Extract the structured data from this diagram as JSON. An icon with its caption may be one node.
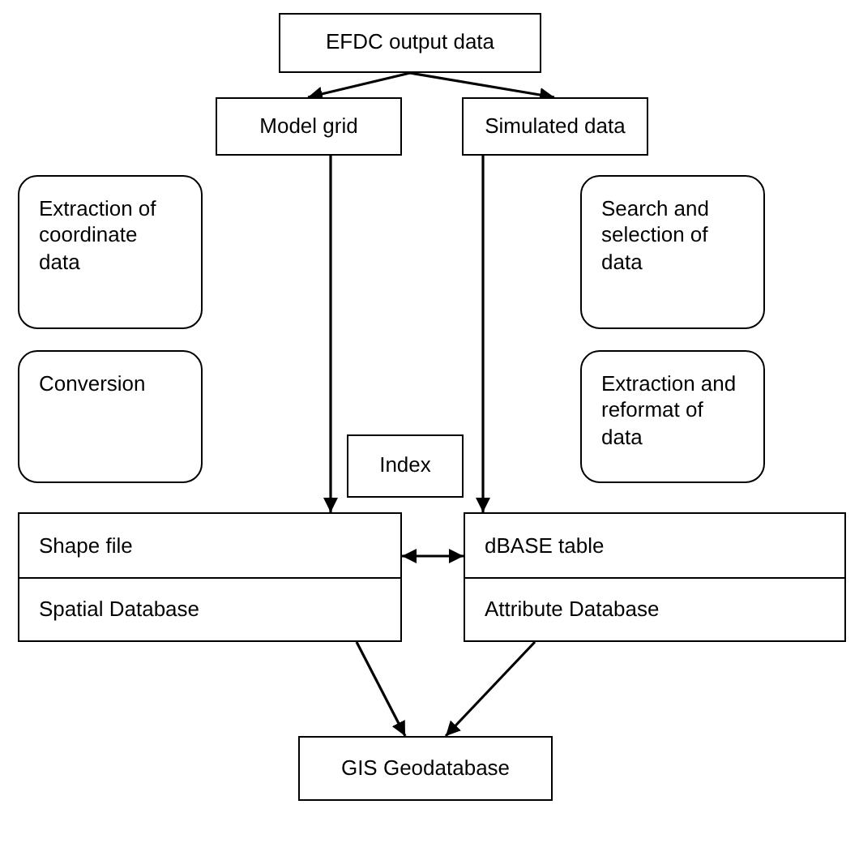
{
  "diagram": {
    "nodes": [
      {
        "text": [
          "EFDC output data"
        ]
      },
      {
        "text": [
          "Model grid"
        ]
      },
      {
        "text": [
          "Simulated data"
        ]
      },
      {
        "text": [
          "Extraction of coordinate data"
        ]
      },
      {
        "text": [
          "Conversion"
        ]
      },
      {
        "text": [
          "Search and selection of data"
        ]
      },
      {
        "text": [
          "Extraction and reformat of data"
        ]
      },
      {
        "text": [
          "Index"
        ]
      },
      {
        "text": [
          "Shape file",
          "Spatial Database"
        ]
      },
      {
        "text": [
          "dBASE table",
          "Attribute Database"
        ]
      },
      {
        "text": [
          "GIS Geodatabase"
        ]
      }
    ],
    "edges": [
      {
        "from": 0,
        "to": 1,
        "arrow": "to"
      },
      {
        "from": 0,
        "to": 2,
        "arrow": "to"
      },
      {
        "from": 1,
        "to": 8,
        "arrow": "to"
      },
      {
        "from": 2,
        "to": 9,
        "arrow": "to"
      },
      {
        "from": 8,
        "to": 9,
        "arrow": "both"
      },
      {
        "from": 8,
        "to": 10,
        "arrow": "to"
      },
      {
        "from": 9,
        "to": 10,
        "arrow": "to"
      }
    ]
  }
}
